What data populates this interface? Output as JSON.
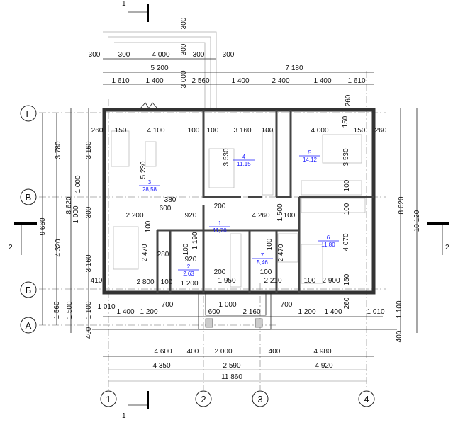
{
  "title": "Floor plan",
  "axes": {
    "rows": [
      "Г",
      "В",
      "Б",
      "А"
    ],
    "cols": [
      "1",
      "2",
      "3",
      "4"
    ]
  },
  "sections": {
    "top": "1",
    "bottom": "1",
    "left": "2",
    "right": "2"
  },
  "rooms": [
    {
      "number": "1",
      "area": "11,70"
    },
    {
      "number": "2",
      "area": "2,63"
    },
    {
      "number": "3",
      "area": "28,58"
    },
    {
      "number": "4",
      "area": "11,15"
    },
    {
      "number": "5",
      "area": "14,12"
    },
    {
      "number": "6",
      "area": "11,80"
    },
    {
      "number": "7",
      "area": "5,46"
    }
  ],
  "dimensions": [
    "300",
    "300",
    "4 000",
    "300",
    "300",
    "300",
    "300",
    "5 200",
    "7 180",
    "1 610",
    "1 400",
    "3 000",
    "2 560",
    "1 400",
    "2 400",
    "1 400",
    "1 610",
    "260",
    "260",
    "150",
    "4 100",
    "100",
    "100",
    "3 160",
    "100",
    "4 000",
    "150",
    "150",
    "260",
    "3 160",
    "3 780",
    "1 000",
    "8 620",
    "9 660",
    "1 000",
    "300",
    "4 320",
    "3 160",
    "410",
    "1 560",
    "1 500",
    "1 100",
    "400",
    "5 230",
    "380",
    "600",
    "2 200",
    "920",
    "200",
    "4 260",
    "1 500",
    "100",
    "100",
    "3 530",
    "3 530",
    "100",
    "100",
    "2 470",
    "280",
    "100",
    "1 190",
    "920",
    "200",
    "100",
    "2 470",
    "100",
    "4 070",
    "2 800",
    "100",
    "1 200",
    "1 950",
    "2 210",
    "100",
    "2 900",
    "150",
    "260",
    "1 010",
    "1 400",
    "1 200",
    "700",
    "1 000",
    "600",
    "2 160",
    "700",
    "1 200",
    "1 400",
    "1 010",
    "1 100",
    "400",
    "8 620",
    "10 120",
    "4 600",
    "400",
    "2 000",
    "400",
    "4 980",
    "4 350",
    "2 590",
    "4 920",
    "11 860"
  ]
}
